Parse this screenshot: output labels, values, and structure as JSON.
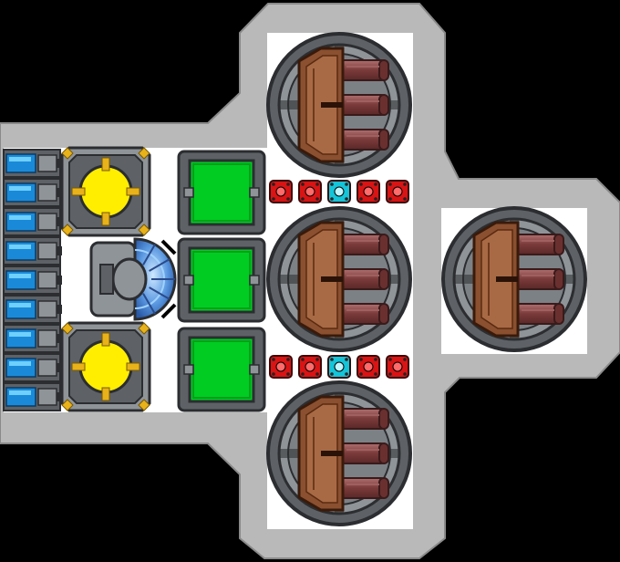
{
  "palette": {
    "background": "#000000",
    "hull": "#b9b9b9",
    "hull_edge": "#8a8a8a",
    "floor": "#ffffff",
    "metal_dark": "#2b2d30",
    "metal_mid": "#5e6266",
    "metal_light": "#8f9499",
    "gold": "#e8b21a",
    "core_yellow": "#ffee00",
    "pad_green": "#00cc22",
    "pad_green_edge": "#00a01a",
    "node_red": "#d81414",
    "node_cyan": "#14c4d8",
    "cell_blue": "#1a8ad8",
    "cell_blue_light": "#6fd0ff",
    "turret_copper": "#8a5030",
    "turret_copper_light": "#a86a45",
    "barrel": "#7a3a3a",
    "barrel_light": "#a06060",
    "dome_blue": "#3c78c8",
    "dome_light": "#9fd2ff"
  },
  "icons": {
    "battery_cell": "battery-cell-icon",
    "reactor_core": "reactor-core-icon",
    "shield_generator": "shield-generator-icon",
    "landing_pad": "landing-pad-icon",
    "power_node": "power-node-icon",
    "turret": "triple-barrel-turret-icon"
  },
  "layout_modules": {
    "battery_cells": 9,
    "reactors": 2,
    "shield_generators": 1,
    "landing_pads": 3,
    "power_node_rows": [
      [
        "red",
        "red",
        "cyan",
        "red",
        "red"
      ],
      [
        "red",
        "red",
        "cyan",
        "red",
        "red"
      ]
    ],
    "turrets": 4
  }
}
